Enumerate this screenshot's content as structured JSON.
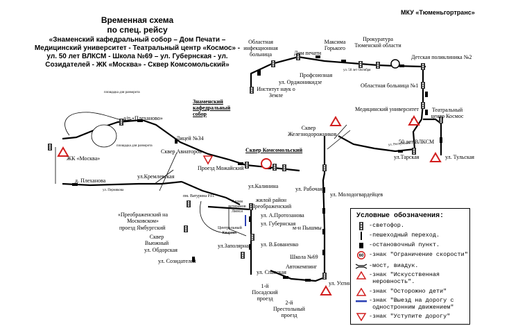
{
  "header": {
    "title": "Временная схема",
    "subtitle": "по спец. рейсу",
    "route": "«Знаменский кафедральный собор – Дом Печати – Медицинский университет - Театральный центр «Космос» - ул. 50 лет ВЛКСМ - Школа №69 – ул. Губернская - ул. Созидателей - ЖК «Москва» - Сквер Комсомольский»",
    "org": "МКУ «Тюменьгортранс»"
  },
  "labels": {
    "infect": "Областная инфекционная больница",
    "dom_pechati": "Дом печати",
    "maksima": "Максима Горького",
    "prokuratura": "Прокуратура Тюменской области",
    "det_poliklinika": "Детская поликлиника №2",
    "profsoyuznaya": "Профсоюзная",
    "ordzhonikidze": "ул. Орджоникидзе",
    "institut": "Институт наук о Земле",
    "obl_bolnica": "Областная больница №1",
    "znamensky": "Знаменский кафедральный собор",
    "med_univ": "Медицинский университет",
    "teatr": "Театральный центр Космос",
    "plekhanovo_ap": "а/п «Плеханово»",
    "licey": "Лицей №34",
    "skver_avia": "Сквер Авиаторов",
    "skver_zhd": "Сквер Железнодорожников",
    "skver_komsom": "Сквер Комсомольский",
    "vlksm50": "50 лет ВЛКСМ",
    "tarskaya": "ул.Тарская",
    "tulskaya": "ул. Тульская",
    "zhk_moskva": "ЖК «Москва»",
    "proezd_mozh": "Проезд Можайский",
    "kalinina": "ул.Калинина",
    "plekhanova": "д. Плеханова",
    "kremlevskaya": "ул.Кремлевская",
    "rabochaya": "ул. Рабочая",
    "molodogv": "ул. Молодогвардейцев",
    "zhiloy": "жилой район Преображенский",
    "vatutina": "пм. Ватурина Р.П.",
    "alleya": "Аллея ветеранов Липса",
    "preobr": "«Преображенский на Московском»",
    "yambur": "проезд Ямбургский",
    "protozanova": "ул. А.Протозанова",
    "gubernskaya": "ул. Губернская",
    "pyshmy": "м-н Пышмы",
    "skver_vyuzh": "Сквер Вьюжный",
    "obdorskaya": "ул. Обдорская",
    "centr_kvartal": "Центральный Квартал",
    "zapolyarnaya": "ул.Заполярная",
    "bovanenko": "ул. В.Бованенко",
    "shkola69": "Школа №69",
    "sozidateley": "ул. Созидателей",
    "avtokemping": "Автокемпинг",
    "spasskaya": "ул. Спасская",
    "posadsky": "1-й Посадский проезд",
    "prestolny": "2-й Престольный проезд",
    "uhtinskaya": "ул. Ухтинская",
    "razvorot": "площадка для разворота",
    "respubliki": "ул. Республики",
    "permyakova": "ул. Пермякова",
    "50vlksm_road": "ул. 50 лет Октября"
  },
  "legend": {
    "title": "Условные обозначения:",
    "items": [
      {
        "icon": "traffic-light-icon",
        "text": "-светофор."
      },
      {
        "icon": "crosswalk-icon",
        "text": "-пешеходный переход."
      },
      {
        "icon": "bus-stop-icon",
        "text": "-остановочный пункт."
      },
      {
        "icon": "speed-limit-icon",
        "text": "-знак \"Ограничение скорости\"."
      },
      {
        "icon": "bridge-icon",
        "text": "-мост, виадук."
      },
      {
        "icon": "bump-sign-icon",
        "text": "-знак \"Искусственная\n неровность\"."
      },
      {
        "icon": "children-sign-icon",
        "text": "-знак \"Осторожно дети\""
      },
      {
        "icon": "oneway-sign-icon",
        "text": "-знак \"Выезд на дорогу с\n одностронним движением\""
      },
      {
        "icon": "yield-sign-icon",
        "text": "-знак \"Уступите дорогу\""
      }
    ],
    "speed_value": "60"
  },
  "colors": {
    "route": "#000000",
    "sign_red": "#d21e1e",
    "oneway_blue": "#2a3fb4",
    "light_bg": "#333333"
  }
}
